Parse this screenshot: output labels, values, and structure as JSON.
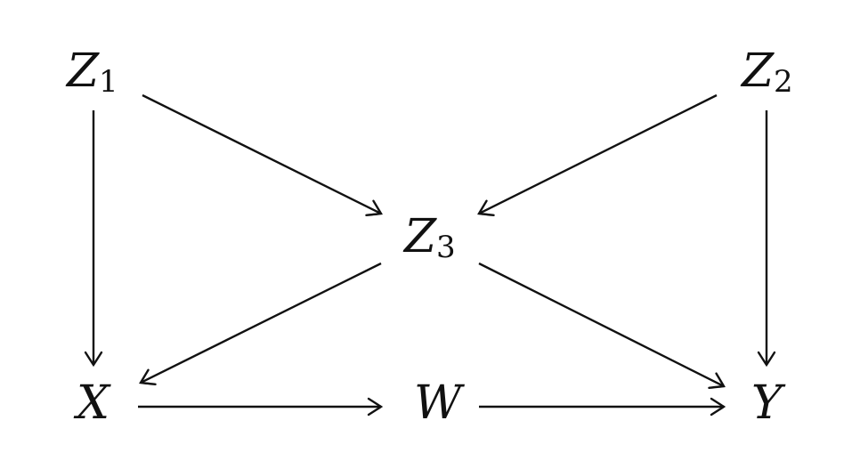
{
  "diagram": {
    "nodes": [
      {
        "id": "Z1",
        "base": "Z",
        "sub": "1"
      },
      {
        "id": "Z2",
        "base": "Z",
        "sub": "2"
      },
      {
        "id": "Z3",
        "base": "Z",
        "sub": "3"
      },
      {
        "id": "X",
        "base": "X",
        "sub": ""
      },
      {
        "id": "W",
        "base": "W",
        "sub": ""
      },
      {
        "id": "Y",
        "base": "Y",
        "sub": ""
      }
    ],
    "edges": [
      {
        "from": "Z1",
        "to": "X"
      },
      {
        "from": "Z1",
        "to": "Z3"
      },
      {
        "from": "Z2",
        "to": "Z3"
      },
      {
        "from": "Z2",
        "to": "Y"
      },
      {
        "from": "Z3",
        "to": "X"
      },
      {
        "from": "Z3",
        "to": "Y"
      },
      {
        "from": "X",
        "to": "W"
      },
      {
        "from": "W",
        "to": "Y"
      }
    ],
    "colors": {
      "ink": "#111111",
      "background": "#ffffff"
    }
  }
}
